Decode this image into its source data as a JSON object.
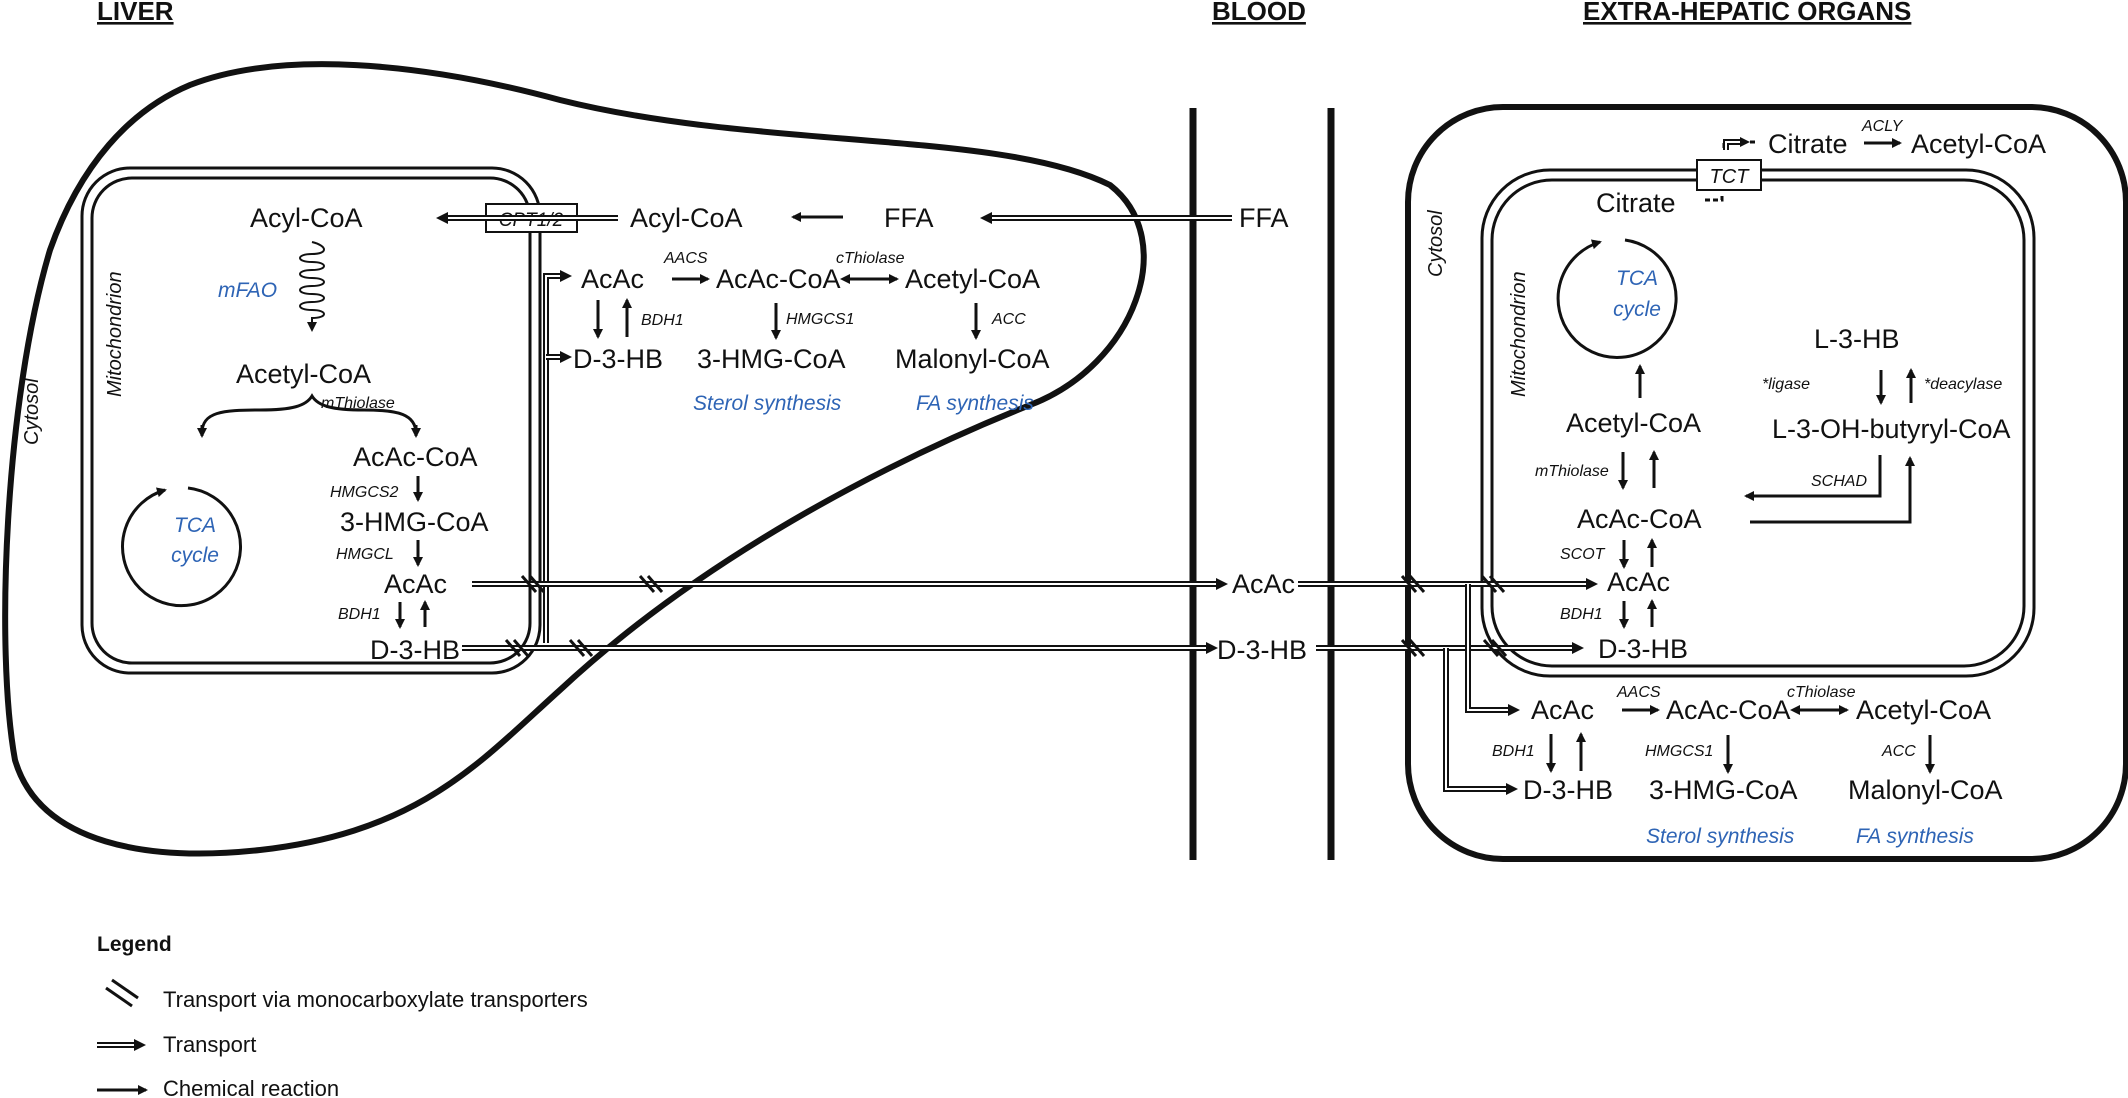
{
  "headers": {
    "liver": "LIVER",
    "blood": "BLOOD",
    "extra": "EXTRA-HEPATIC ORGANS"
  },
  "compartments": {
    "cytosol": "Cytosol",
    "mitochondrion": "Mitochondrion"
  },
  "liver": {
    "acyl_coa_mito": "Acyl-CoA",
    "mfao": "mFAO",
    "cpt": "CPT1/2",
    "acyl_coa_cyto": "Acyl-CoA",
    "ffa": "FFA",
    "acetyl_coa": "Acetyl-CoA",
    "mthiolase": "mThiolase",
    "acac_coa": "AcAc-CoA",
    "hmgcs2": "HMGCS2",
    "hmg_coa": "3-HMG-CoA",
    "hmgcl": "HMGCL",
    "acac": "AcAc",
    "bdh1": "BDH1",
    "d3hb": "D-3-HB",
    "tca": "TCA",
    "cycle": "cycle",
    "c_acac": "AcAc",
    "c_aacs": "AACS",
    "c_acac_coa": "AcAc-CoA",
    "c_cthiolase": "cThiolase",
    "c_acetyl_coa": "Acetyl-CoA",
    "c_bdh1": "BDH1",
    "c_hmgcs1": "HMGCS1",
    "c_acc": "ACC",
    "c_d3hb": "D-3-HB",
    "c_hmg_coa": "3-HMG-CoA",
    "c_malonyl": "Malonyl-CoA",
    "sterol": "Sterol synthesis",
    "fa": "FA synthesis"
  },
  "blood": {
    "ffa": "FFA",
    "acac": "AcAc",
    "d3hb": "D-3-HB"
  },
  "extra": {
    "citrate_cyto": "Citrate",
    "acly": "ACLY",
    "acetyl_coa_cyto": "Acetyl-CoA",
    "tct": "TCT",
    "citrate_mito": "Citrate",
    "tca": "TCA",
    "cycle": "cycle",
    "l3hb": "L-3-HB",
    "ligase": "*ligase",
    "deacylase": "*deacylase",
    "acetyl_coa": "Acetyl-CoA",
    "l3oh": "L-3-OH-butyryl-CoA",
    "mthiolase": "mThiolase",
    "schad": "SCHAD",
    "acac_coa": "AcAc-CoA",
    "scot": "SCOT",
    "acac": "AcAc",
    "bdh1": "BDH1",
    "d3hb": "D-3-HB",
    "c_acac": "AcAc",
    "c_aacs": "AACS",
    "c_acac_coa": "AcAc-CoA",
    "c_cthiolase": "cThiolase",
    "c_acetyl_coa": "Acetyl-CoA",
    "c_bdh1": "BDH1",
    "c_hmgcs1": "HMGCS1",
    "c_acc": "ACC",
    "c_d3hb": "D-3-HB",
    "c_hmg_coa": "3-HMG-CoA",
    "c_malonyl": "Malonyl-CoA",
    "sterol": "Sterol synthesis",
    "fa": "FA synthesis"
  },
  "legend": {
    "title": "Legend",
    "mct": "Transport via monocarboxylate transporters",
    "transport": "Transport",
    "reaction": "Chemical reaction"
  }
}
